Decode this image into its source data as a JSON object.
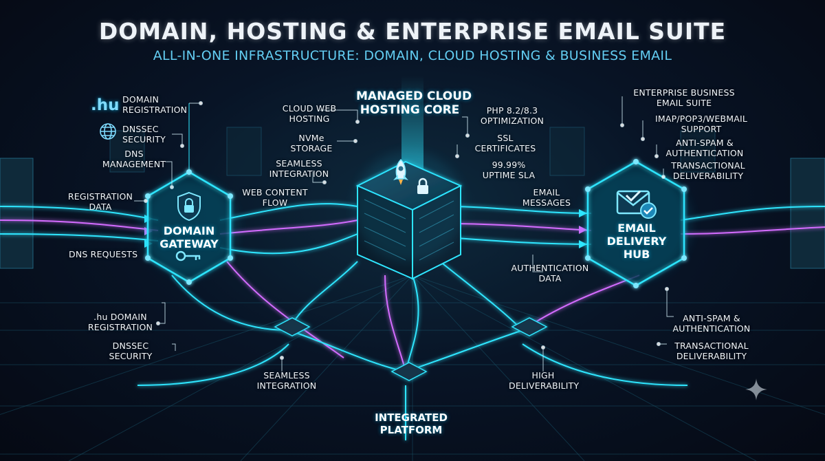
{
  "header": {
    "title": "DOMAIN, HOSTING & ENTERPRISE EMAIL SUITE",
    "subtitle": "ALL-IN-ONE INFRASTRUCTURE: DOMAIN, CLOUD HOSTING & BUSINESS EMAIL"
  },
  "left": {
    "hu_badge": ".hu",
    "domain_registration": "DOMAIN\nREGISTRATION",
    "dnssec_security_top": "DNSSEC\nSECURITY",
    "dns_management": "DNS\nMANAGEMENT",
    "registration_data": "REGISTRATION\nDATA",
    "dns_requests": "DNS REQUESTS",
    "hu_domain_registration": ".hu DOMAIN\nREGISTRATION",
    "dnssec_security_bottom": "DNSSEC\nSECURITY"
  },
  "gateway": {
    "label": "DOMAIN\nGATEWAY"
  },
  "core": {
    "label": "MANAGED CLOUD\nHOSTING CORE",
    "cloud_web_hosting": "CLOUD WEB\nHOSTING",
    "nvme_storage": "NVMe\nSTORAGE",
    "seamless_integration_top": "SEAMLESS\nINTEGRATION",
    "web_content_flow": "WEB CONTENT\nFLOW",
    "php_optimization": "PHP 8.2/8.3\nOPTIMIZATION",
    "ssl_certificates": "SSL\nCERTIFICATES",
    "uptime_sla": "99.99%\nUPTIME SLA",
    "email_messages": "EMAIL\nMESSAGES",
    "authentication_data": "AUTHENTICATION\nDATA"
  },
  "email_hub": {
    "label": "EMAIL\nDELIVERY\nHUB",
    "enterprise_suite": "ENTERPRISE BUSINESS\nEMAIL SUITE",
    "imap_support": "IMAP/POP3/WEBMAIL\nSUPPORT",
    "anti_spam_top": "ANTI-SPAM &\nAUTHENTICATION",
    "transactional_top": "TRANSACTIONAL\nDELIVERABILITY",
    "anti_spam_bottom": "ANTI-SPAM &\nAUTHENTICATION",
    "transactional_bottom": "TRANSACTIONAL\nDELIVERABILITY"
  },
  "platform": {
    "seamless_integration_bottom": "SEAMLESS\nINTEGRATION",
    "high_deliverability": "HIGH\nDELIVERABILITY",
    "integrated_platform": "INTEGRATED\nPLATFORM"
  },
  "colors": {
    "cyan": "#2fe6ff",
    "magenta": "#d46cff",
    "background": "#060b18",
    "subtitle": "#63cdf2"
  },
  "icons": [
    "globe-icon",
    "shield-lock-icon",
    "key-icon",
    "rocket-icon",
    "padlock-icon",
    "envelope-check-icon",
    "sparkle-icon"
  ]
}
